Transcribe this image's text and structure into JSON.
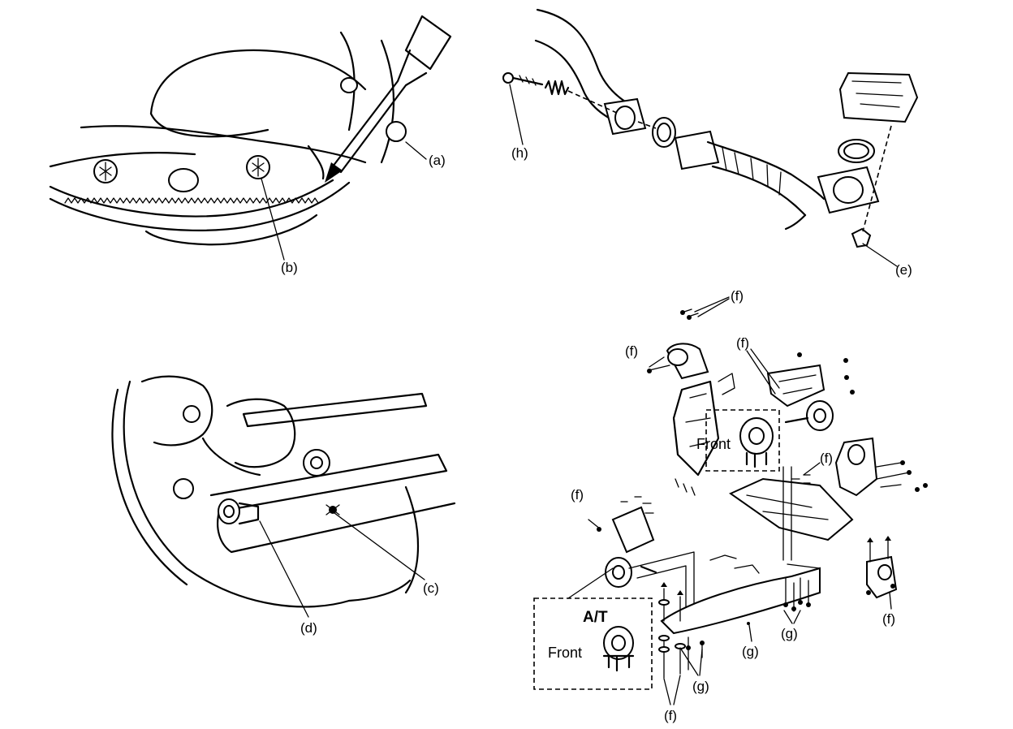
{
  "panel_flywheel": {
    "label_a": "(a)",
    "label_b": "(b)"
  },
  "panel_exhaust": {
    "label_h": "(h)",
    "label_e": "(e)"
  },
  "panel_crossmember": {
    "label_c": "(c)",
    "label_d": "(d)"
  },
  "panel_mounts": {
    "label_f_top": "(f)",
    "label_f_left_upper": "(f)",
    "label_f_center": "(f)",
    "label_f_right": "(f)",
    "label_f_left": "(f)",
    "label_f_far_right": "(f)",
    "label_f_bottom": "(f)",
    "label_g_right": "(g)",
    "label_g_center": "(g)",
    "label_g_bottom": "(g)",
    "inset_front_label": "Front",
    "at_inset_title": "A/T",
    "at_inset_front_label": "Front"
  }
}
